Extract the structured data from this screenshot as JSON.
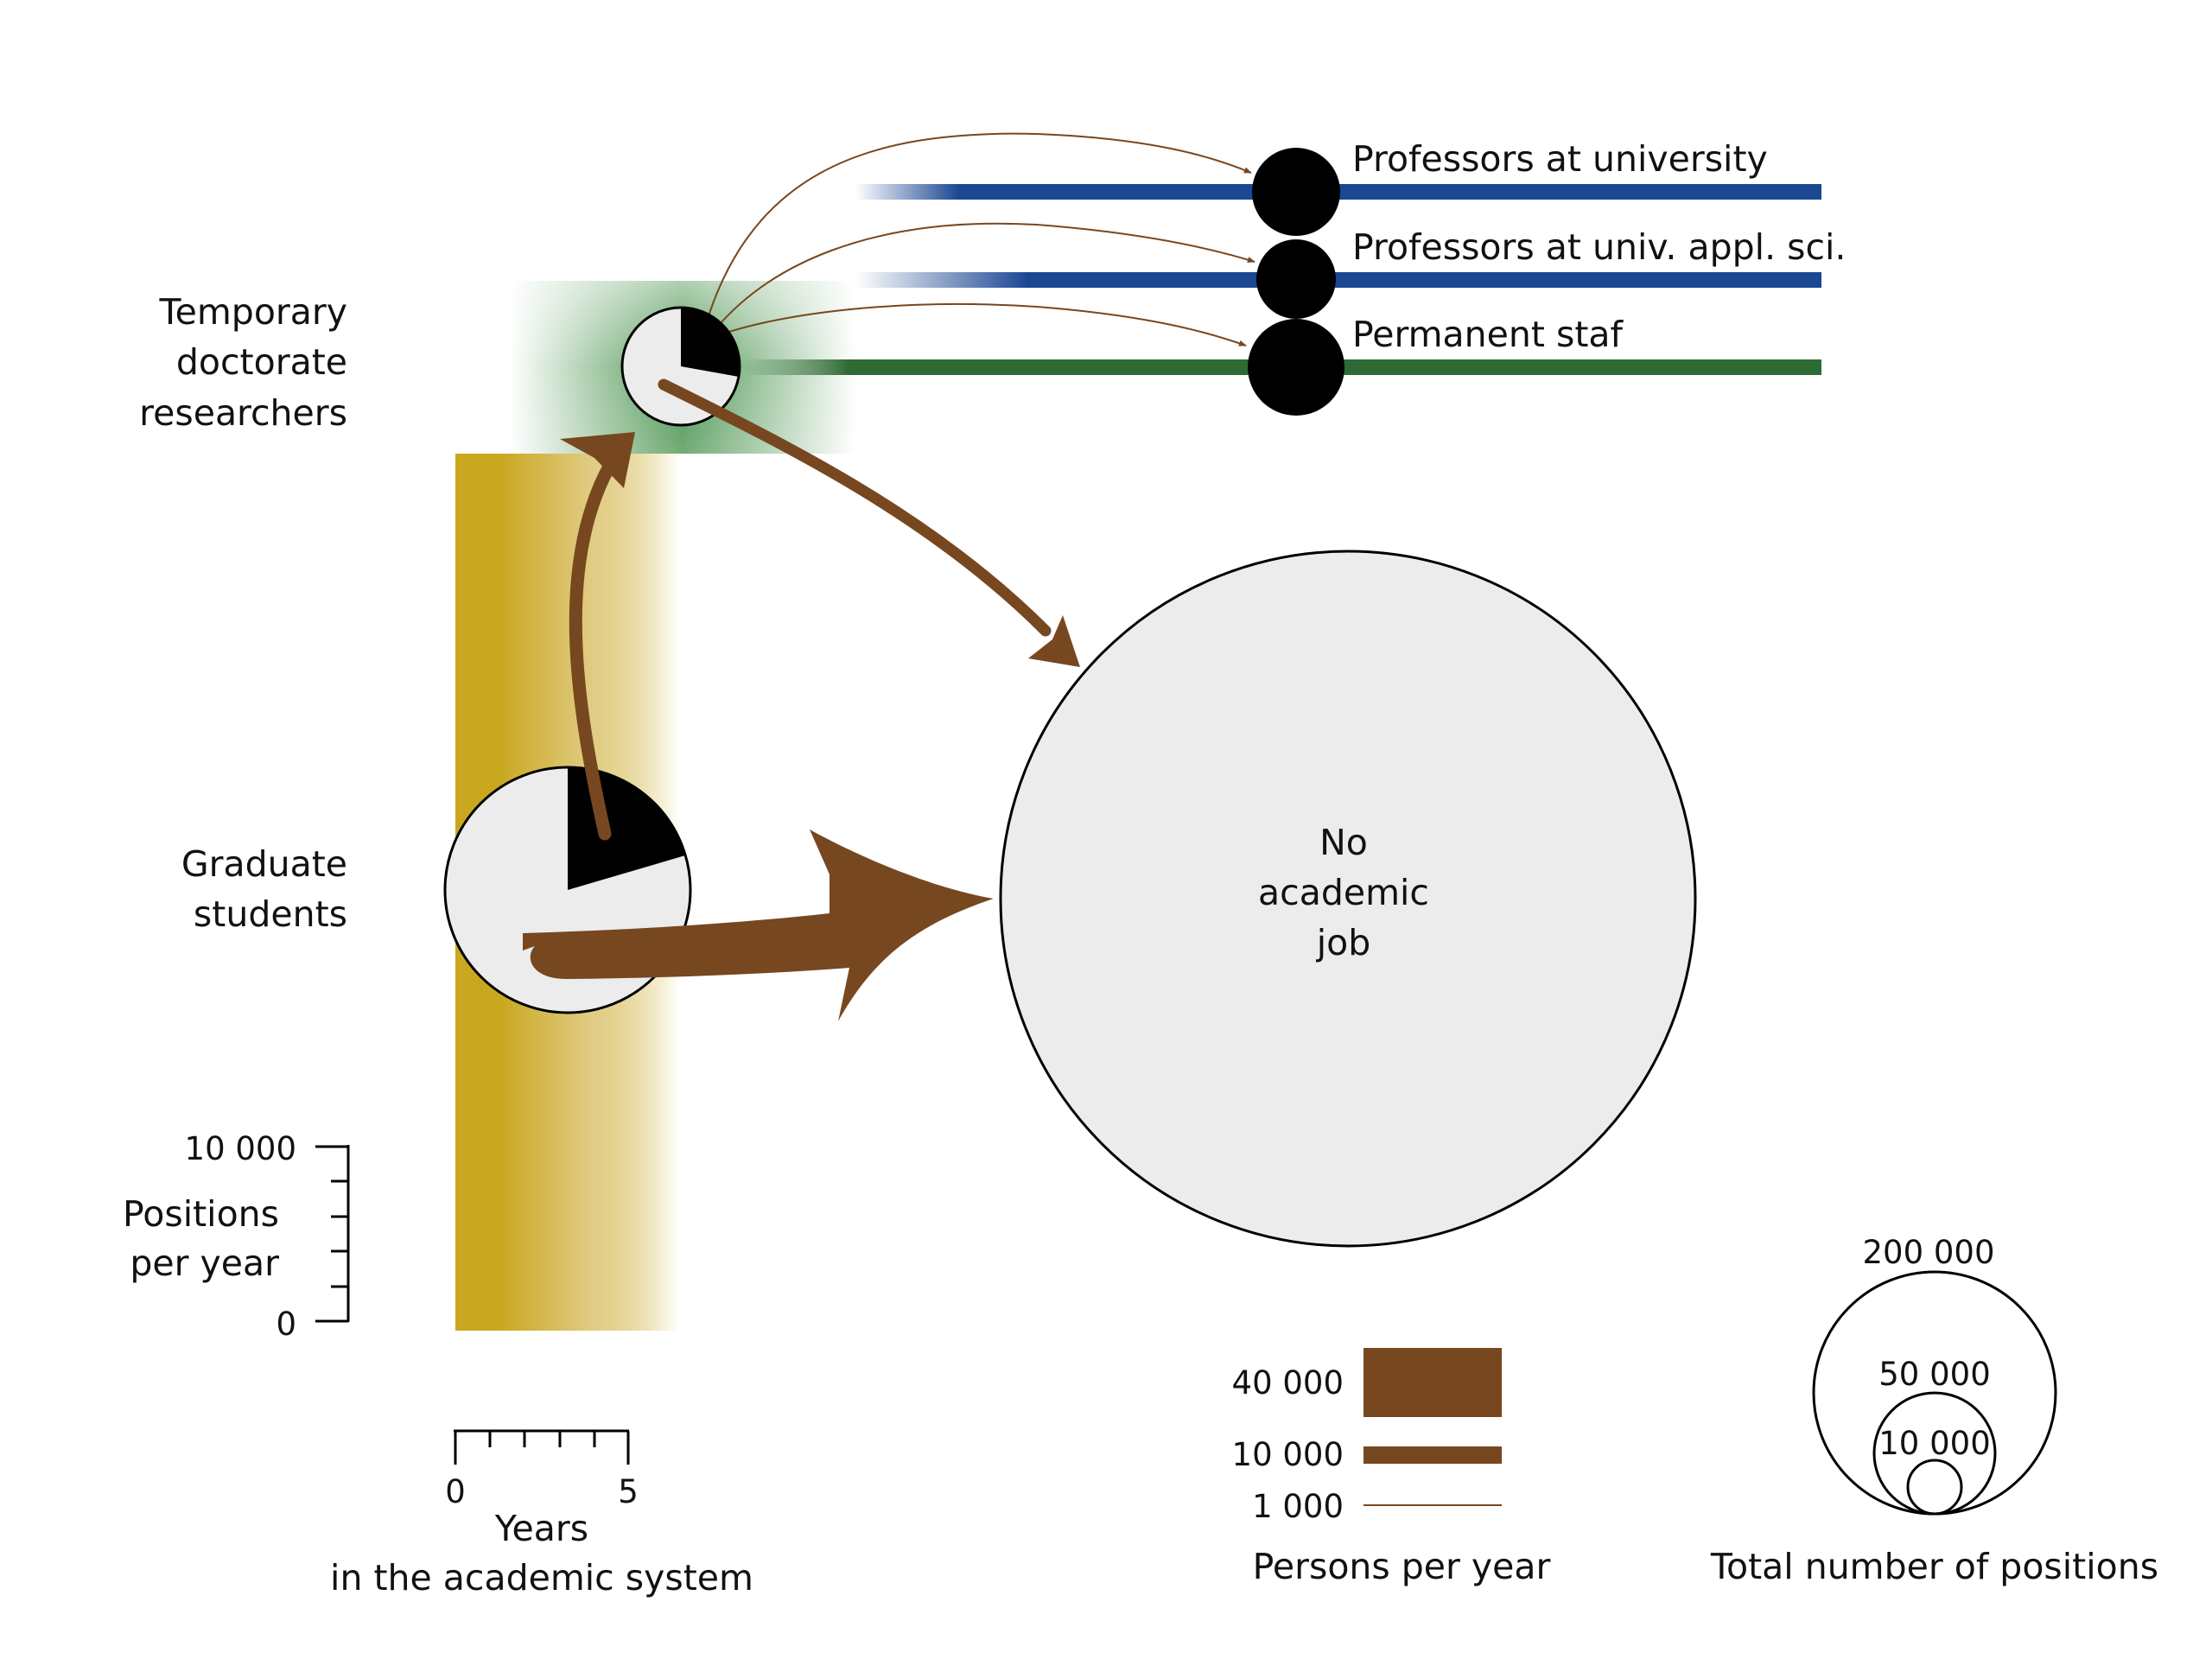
{
  "stages": {
    "temporary_doctorate": {
      "lines": [
        "Temporary",
        "doctorate",
        "researchers"
      ]
    },
    "graduate_students": {
      "lines": [
        "Graduate",
        "students"
      ]
    }
  },
  "careers": [
    {
      "label": "Professors at university",
      "color": "#1b4793"
    },
    {
      "label": "Professors at univ. appl. sci.",
      "color": "#1b4793"
    },
    {
      "label": "Permanent staf",
      "color": "#2e6b34"
    }
  ],
  "outcome": {
    "lines": [
      "No",
      "academic",
      "job"
    ]
  },
  "positions_axis": {
    "label_lines": [
      "Positions",
      "per year"
    ],
    "max_label": "10 000",
    "min_label": "0"
  },
  "years_axis": {
    "min_label": "0",
    "max_label": "5",
    "label_lines": [
      "Years",
      "in the academic system"
    ]
  },
  "flow_legend": {
    "title": "Persons per year",
    "items": [
      "40 000",
      "10 000",
      "1 000"
    ]
  },
  "size_legend": {
    "title": "Total number of positions",
    "items": [
      "200 000",
      "50 000",
      "10 000"
    ]
  },
  "colors": {
    "flow": "#774720",
    "graduate_band": "#c9a820",
    "doctorate_band": "#3a8a3f",
    "career_professor": "#1b4793",
    "career_permanent": "#2e6b34",
    "pie_light": "#ececec",
    "node": "#000000"
  }
}
